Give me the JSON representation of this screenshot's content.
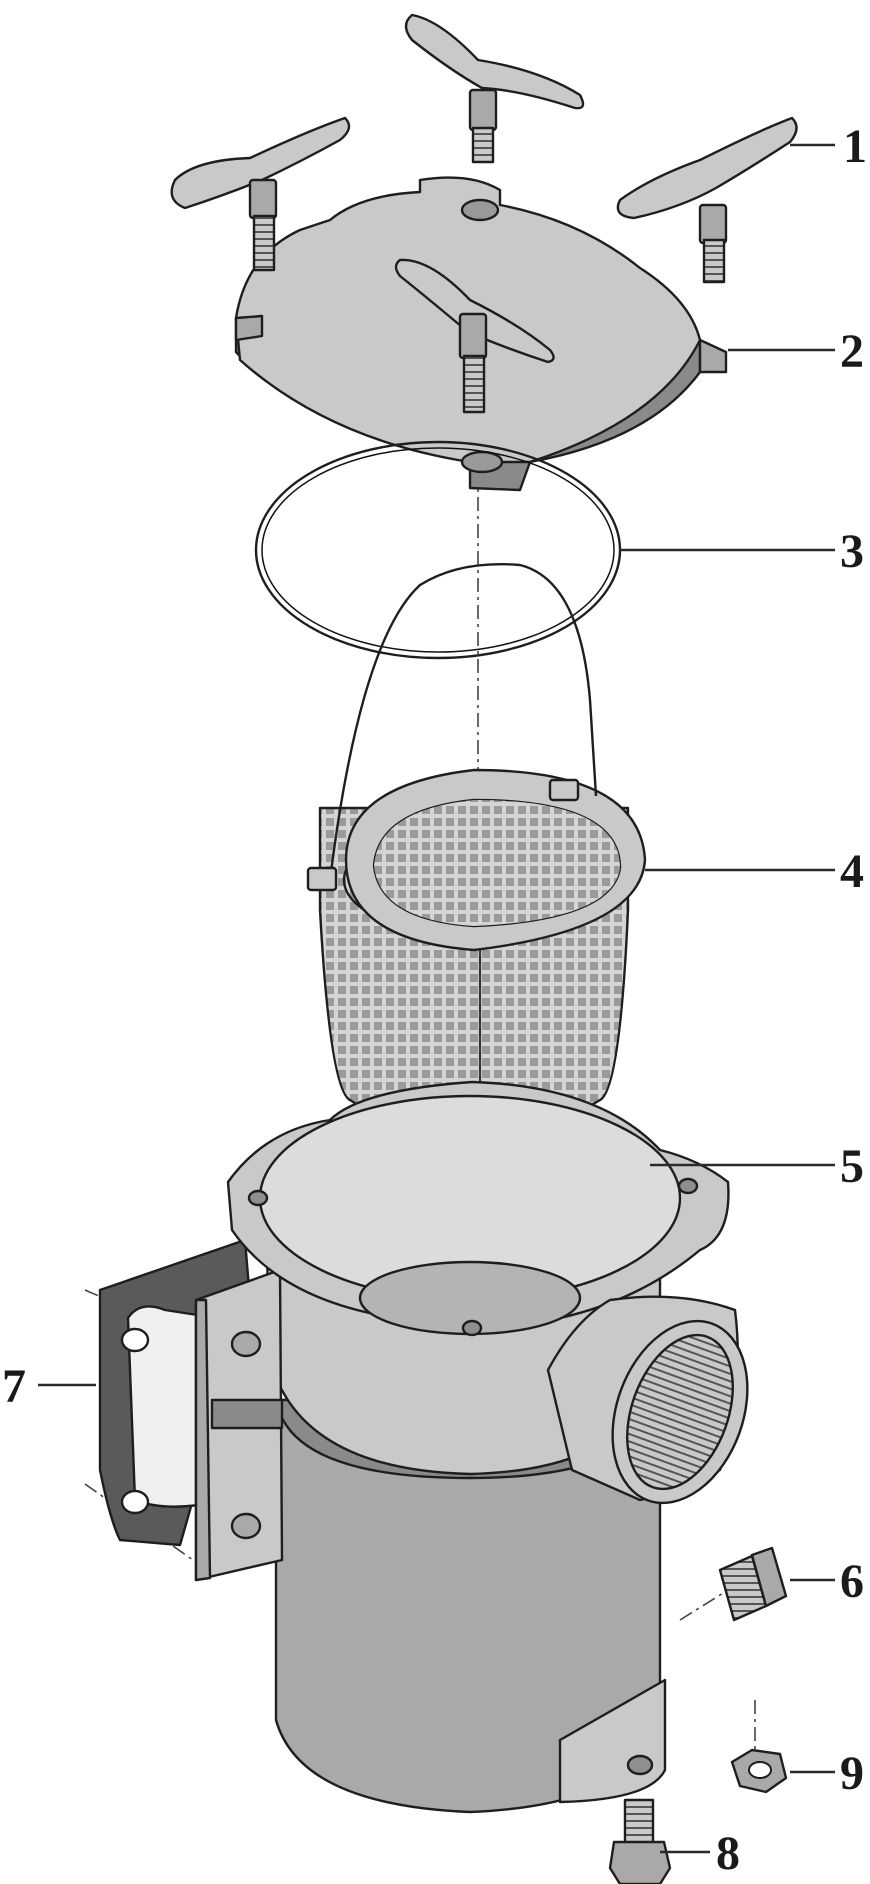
{
  "callouts": [
    {
      "id": "1",
      "label": "1"
    },
    {
      "id": "2",
      "label": "2"
    },
    {
      "id": "3",
      "label": "3"
    },
    {
      "id": "4",
      "label": "4"
    },
    {
      "id": "5",
      "label": "5"
    },
    {
      "id": "6",
      "label": "6"
    },
    {
      "id": "7",
      "label": "7"
    },
    {
      "id": "8",
      "label": "8"
    },
    {
      "id": "9",
      "label": "9"
    }
  ],
  "colors": {
    "part_light": "#c9c9c9",
    "part_mid": "#a9a9a9",
    "part_dark": "#8a8a8a",
    "outline": "#1e1e1e",
    "background": "#ffffff"
  }
}
